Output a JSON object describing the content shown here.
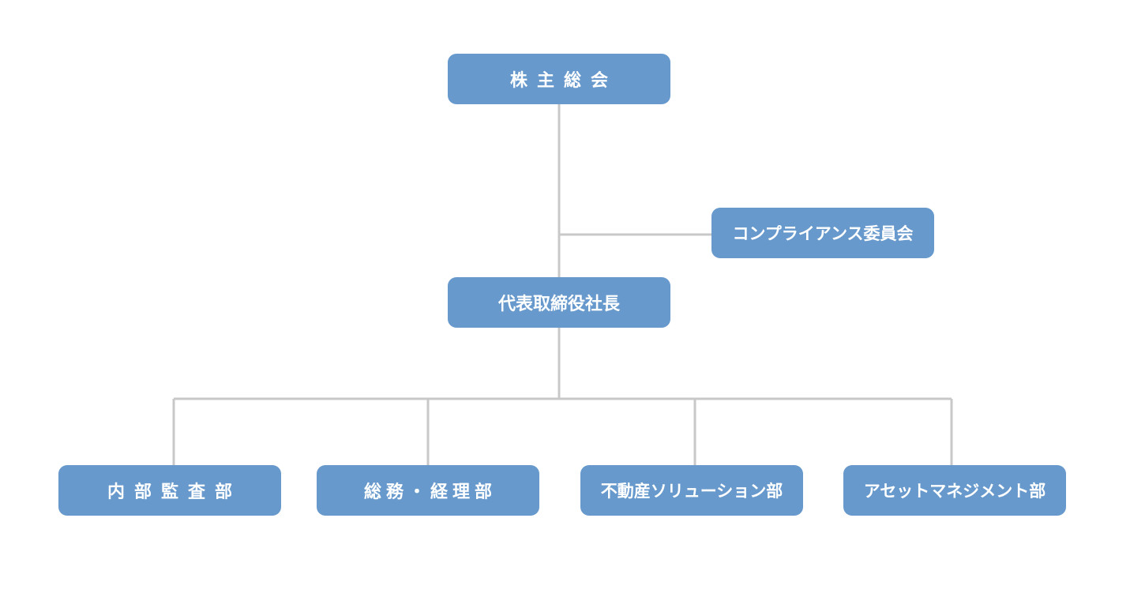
{
  "org_chart": {
    "top": {
      "label": "株主総会"
    },
    "committee": {
      "label": "コンプライアンス委員会"
    },
    "ceo": {
      "label": "代表取締役社長"
    },
    "departments": [
      {
        "label": "内部監査部"
      },
      {
        "label": "総務・経理部"
      },
      {
        "label": "不動産ソリューション部"
      },
      {
        "label": "アセットマネジメント部"
      }
    ]
  },
  "colors": {
    "node_fill": "#6799cc",
    "node_text": "#ffffff",
    "connector": "#c8c8c8",
    "background": "#ffffff"
  }
}
